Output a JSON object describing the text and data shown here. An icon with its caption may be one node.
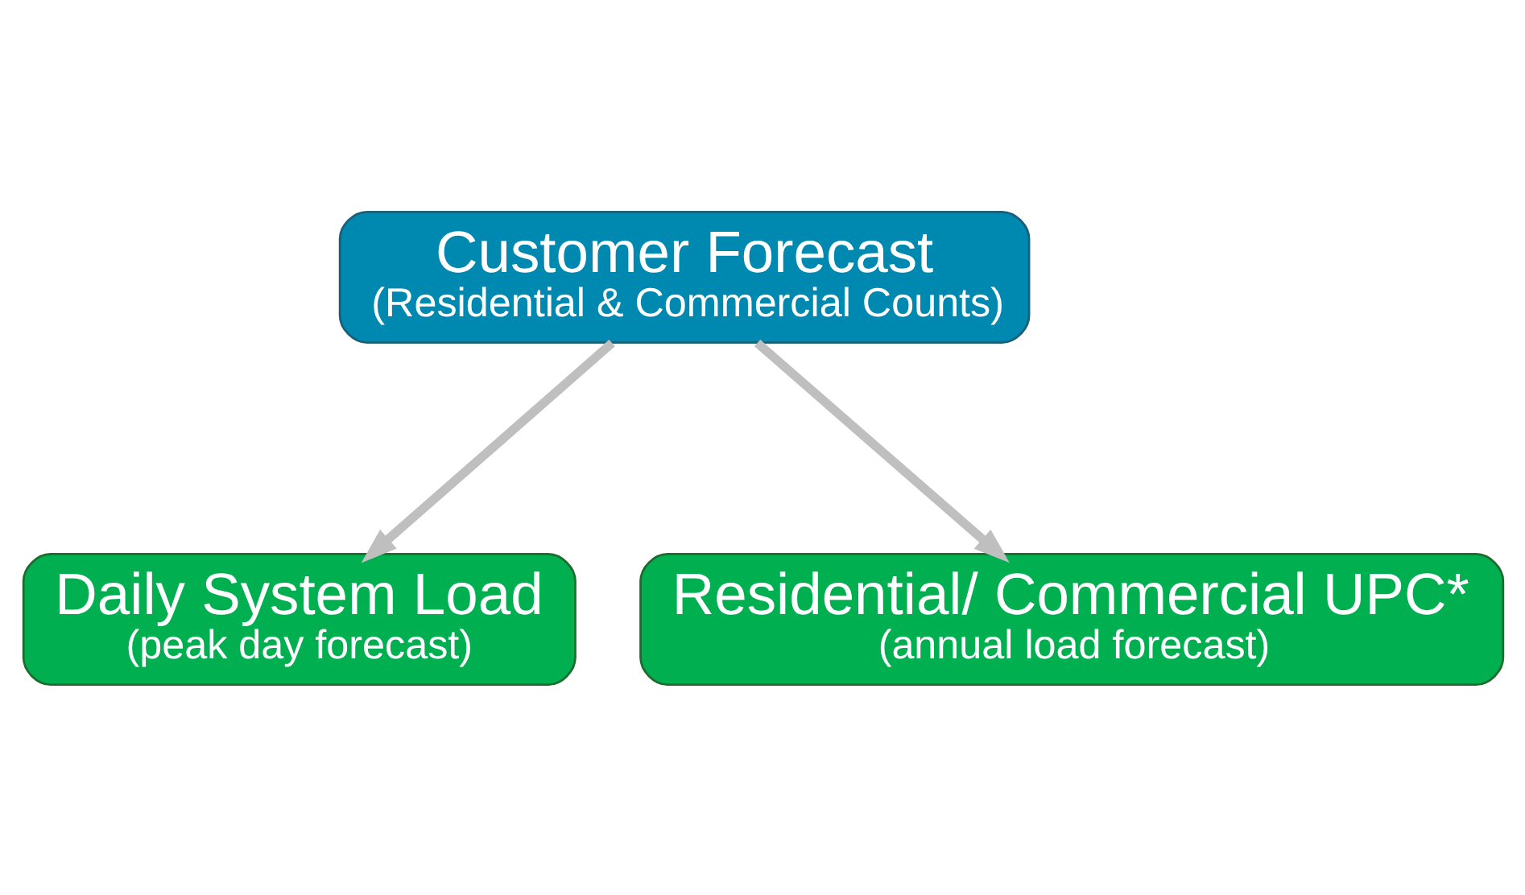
{
  "diagram": {
    "nodes": [
      {
        "text": [
          "Customer Forecast",
          "(Residential & Commercial Counts)"
        ]
      },
      {
        "text": [
          "Daily System Load",
          "(peak day forecast)"
        ]
      },
      {
        "text": [
          "Residential/ Commercial UPC*",
          "(annual load forecast)"
        ]
      }
    ],
    "edges": [
      {
        "from": 0,
        "to": 1,
        "arrow": "to"
      },
      {
        "from": 0,
        "to": 2,
        "arrow": "to"
      }
    ]
  }
}
